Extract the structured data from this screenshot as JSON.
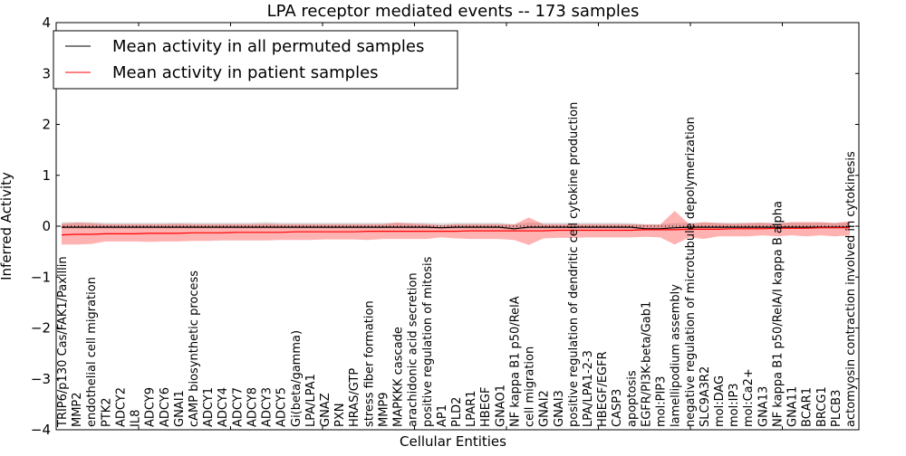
{
  "chart_data": {
    "type": "line",
    "title": "LPA receptor mediated events -- 173 samples",
    "xlabel": "Cellular Entities",
    "ylabel": "Inferred Activity",
    "ylim": [
      -4,
      4
    ],
    "yticks": [
      4,
      3,
      2,
      1,
      0,
      -1,
      -2,
      -3,
      -4
    ],
    "legend_position": "top-left",
    "categories": [
      "TRIP6/p130 Cas/FAK1/Paxillin",
      "MMP2",
      "endothelial cell migration",
      "PTK2",
      "ADCY2",
      "IL8",
      "ADCY9",
      "ADCY6",
      "GNAI1",
      "cAMP biosynthetic process",
      "ADCY1",
      "ADCY4",
      "ADCY7",
      "ADCY8",
      "ADCY3",
      "ADCY5",
      "Gi(beta/gamma)",
      "LPA/LPA1",
      "GNAZ",
      "PXN",
      "HRAS/GTP",
      "stress fiber formation",
      "MMP9",
      "MAPKKK cascade",
      "arachidonic acid secretion",
      "positive regulation of mitosis",
      "AP1",
      "PLD2",
      "LPAR1",
      "HBEGF",
      "GNAO1",
      "NF kappa B1 p50/RelA",
      "cell migration",
      "GNAI2",
      "GNAI3",
      "positive regulation of dendritic cell cytokine production",
      "LPA/LPA1-2-3",
      "HBEGF/EGFR",
      "CASP3",
      "apoptosis",
      "EGFR/PI3K-beta/Gab1",
      "mol:PIP3",
      "lamellipodium assembly",
      "negative regulation of microtubule depolymerization",
      "SLC9A3R2",
      "mol:DAG",
      "mol:IP3",
      "mol:Ca2+",
      "GNA13",
      "NF kappa B1 p50/RelA/I kappa B alpha",
      "GNA11",
      "BCAR1",
      "BRCG1",
      "PLCB3",
      "actomyosin contraction involved in cytokinesis"
    ],
    "series": [
      {
        "name": "Mean activity in all permuted samples",
        "color": "#000000",
        "values": [
          -0.02,
          -0.02,
          -0.02,
          -0.02,
          -0.02,
          -0.02,
          -0.02,
          -0.02,
          -0.02,
          -0.02,
          -0.02,
          -0.02,
          -0.02,
          -0.02,
          -0.02,
          -0.02,
          -0.02,
          -0.02,
          -0.02,
          -0.02,
          -0.02,
          -0.02,
          -0.02,
          -0.02,
          -0.02,
          -0.02,
          -0.03,
          -0.02,
          -0.02,
          -0.02,
          -0.02,
          -0.05,
          -0.02,
          -0.02,
          -0.02,
          -0.02,
          -0.02,
          -0.02,
          -0.02,
          -0.02,
          -0.05,
          -0.05,
          -0.03,
          -0.02,
          -0.02,
          -0.02,
          -0.02,
          -0.02,
          -0.02,
          -0.02,
          -0.02,
          -0.02,
          -0.02,
          -0.02,
          -0.02
        ],
        "band_lower": [
          -0.05,
          -0.05,
          -0.05,
          -0.05,
          -0.05,
          -0.05,
          -0.05,
          -0.05,
          -0.05,
          -0.05,
          -0.05,
          -0.05,
          -0.05,
          -0.05,
          -0.05,
          -0.05,
          -0.05,
          -0.05,
          -0.05,
          -0.05,
          -0.05,
          -0.05,
          -0.05,
          -0.05,
          -0.05,
          -0.05,
          -0.06,
          -0.05,
          -0.05,
          -0.05,
          -0.05,
          -0.08,
          -0.05,
          -0.05,
          -0.05,
          -0.05,
          -0.05,
          -0.05,
          -0.05,
          -0.05,
          -0.08,
          -0.08,
          -0.06,
          -0.05,
          -0.05,
          -0.05,
          -0.05,
          -0.05,
          -0.05,
          -0.05,
          -0.05,
          -0.05,
          -0.05,
          -0.05,
          -0.05
        ],
        "band_upper": [
          0.08,
          0.08,
          0.08,
          0.07,
          0.07,
          0.07,
          0.07,
          0.07,
          0.07,
          0.07,
          0.07,
          0.07,
          0.07,
          0.07,
          0.08,
          0.07,
          0.07,
          0.07,
          0.07,
          0.07,
          0.07,
          0.07,
          0.07,
          0.07,
          0.07,
          0.07,
          0.06,
          0.07,
          0.07,
          0.07,
          0.07,
          0.04,
          0.07,
          0.07,
          0.07,
          0.07,
          0.07,
          0.07,
          0.07,
          0.06,
          0.04,
          0.04,
          0.06,
          0.07,
          0.07,
          0.07,
          0.07,
          0.07,
          0.07,
          0.07,
          0.07,
          0.07,
          0.07,
          0.07,
          0.07
        ]
      },
      {
        "name": "Mean activity in patient samples",
        "color": "#ff0000",
        "values": [
          -0.17,
          -0.16,
          -0.16,
          -0.15,
          -0.15,
          -0.15,
          -0.14,
          -0.14,
          -0.14,
          -0.13,
          -0.13,
          -0.13,
          -0.12,
          -0.12,
          -0.12,
          -0.12,
          -0.11,
          -0.11,
          -0.11,
          -0.11,
          -0.11,
          -0.1,
          -0.1,
          -0.1,
          -0.1,
          -0.1,
          -0.1,
          -0.1,
          -0.09,
          -0.09,
          -0.09,
          -0.09,
          -0.09,
          -0.09,
          -0.08,
          -0.08,
          -0.08,
          -0.08,
          -0.08,
          -0.08,
          -0.07,
          -0.07,
          -0.07,
          -0.06,
          -0.06,
          -0.06,
          -0.05,
          -0.05,
          -0.05,
          -0.04,
          -0.04,
          -0.04,
          -0.03,
          -0.03,
          -0.03
        ],
        "band_lower": [
          -0.36,
          -0.36,
          -0.35,
          -0.3,
          -0.3,
          -0.3,
          -0.31,
          -0.3,
          -0.3,
          -0.29,
          -0.29,
          -0.28,
          -0.28,
          -0.28,
          -0.28,
          -0.27,
          -0.27,
          -0.27,
          -0.26,
          -0.26,
          -0.26,
          -0.27,
          -0.25,
          -0.25,
          -0.25,
          -0.25,
          -0.22,
          -0.24,
          -0.25,
          -0.25,
          -0.25,
          -0.27,
          -0.37,
          -0.24,
          -0.23,
          -0.23,
          -0.22,
          -0.22,
          -0.22,
          -0.22,
          -0.21,
          -0.22,
          -0.36,
          -0.22,
          -0.25,
          -0.2,
          -0.2,
          -0.2,
          -0.18,
          -0.2,
          -0.18,
          -0.2,
          -0.18,
          -0.2,
          -0.18
        ],
        "band_upper": [
          0.05,
          0.07,
          0.06,
          0.04,
          0.04,
          0.04,
          0.04,
          0.04,
          0.05,
          0.04,
          0.04,
          0.04,
          0.04,
          0.04,
          0.05,
          0.04,
          0.04,
          0.04,
          0.04,
          0.04,
          0.04,
          0.04,
          0.04,
          0.07,
          0.05,
          0.04,
          0.02,
          0.04,
          0.04,
          0.04,
          0.04,
          0.03,
          0.17,
          0.04,
          0.04,
          0.04,
          0.04,
          0.04,
          0.04,
          0.04,
          0.03,
          0.03,
          0.3,
          0.04,
          0.08,
          0.06,
          0.05,
          0.06,
          0.07,
          0.05,
          0.08,
          0.08,
          0.08,
          0.06,
          0.1
        ]
      }
    ]
  }
}
